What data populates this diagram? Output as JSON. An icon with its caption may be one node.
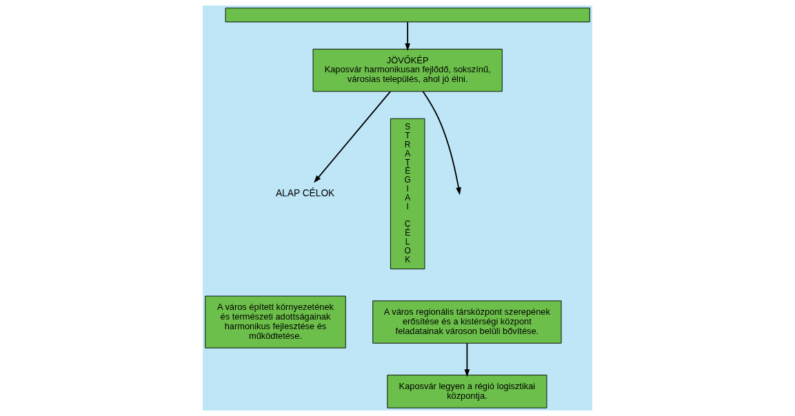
{
  "diagram": {
    "nodes": [
      {
        "text": [],
        "shape": "box"
      },
      {
        "text": [
          "JÖVŐKÉP",
          "Kaposvár harmonikusan fejlődő, sokszínű, városias település, ahol jó élni."
        ]
      },
      {
        "text": [
          "ALAP CÉLOK"
        ]
      },
      {
        "text": [
          "A város épített környezetének és természeti adottságainak harmonikus fejlesztése és működtetése."
        ]
      },
      {
        "text": [
          "STRATÉGIAI CÉLOK"
        ]
      },
      {
        "text": [
          "A város regionális társközpont szerepének erősítése és a kistérségi központ feladatainak városon belüli bővítése."
        ]
      },
      {
        "text": [
          "Kaposvár legyen a régió logisztikai központja."
        ]
      }
    ],
    "edges": [
      {
        "from": 0,
        "to": 1,
        "arrow": "to"
      },
      {
        "from": 1,
        "to": 2,
        "arrow": "to"
      },
      {
        "from": 1,
        "to": null,
        "arrow": "to"
      },
      {
        "from": 5,
        "to": 6,
        "arrow": "to"
      }
    ]
  }
}
